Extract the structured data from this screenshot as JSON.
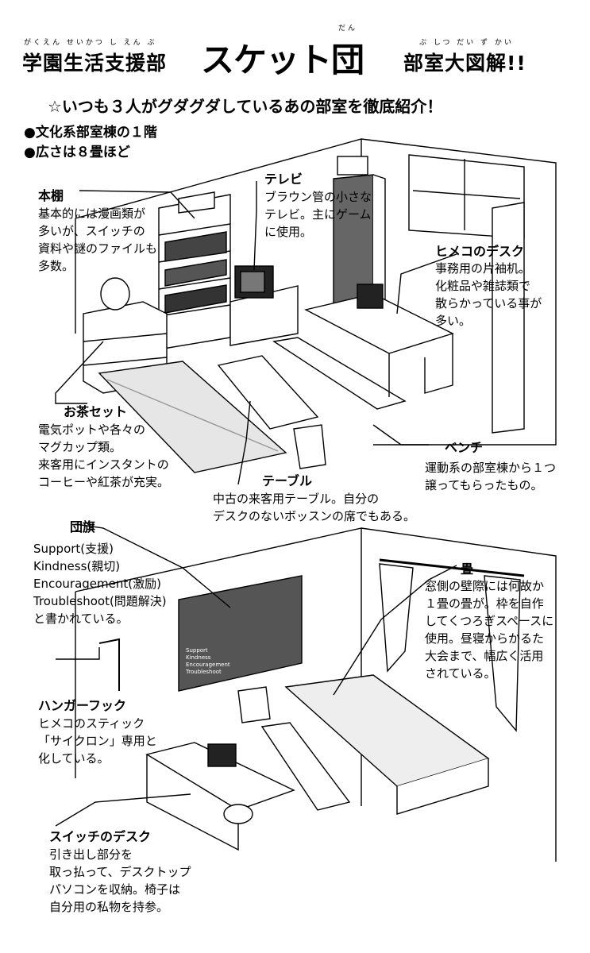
{
  "title": {
    "small_left": "学園生活支援部",
    "big": "スケット団",
    "small_right": "部室大図解!!",
    "furigana_left": "がくえん せいかつ し えん ぶ",
    "furigana_big": "だん",
    "furigana_right": "ぶ しつ だい ず かい"
  },
  "subtitle": "☆いつも３人がグダグダしているあの部室を徹底紹介！",
  "bullets": [
    "●文化系部室棟の１階",
    "●広さは８畳ほど"
  ],
  "labels": {
    "hondana": {
      "title": "本棚",
      "text": "基本的には漫画類が\n多いが、スイッチの\n資料や謎のファイルも\n多数。"
    },
    "terebi": {
      "title": "テレビ",
      "text": "ブラウン管の小さな\nテレビ。主にゲーム\nに使用。"
    },
    "himeko_desk": {
      "title": "ヒメコのデスク",
      "text": "事務用の片袖机。\n化粧品や雑誌類で\n散らかっている事が\n多い。"
    },
    "ocha": {
      "title": "お茶セット",
      "text": "電気ポットや各々の\nマグカップ類。\n来客用にインスタントの\nコーヒーや紅茶が充実。"
    },
    "bench": {
      "title": "ベンチ",
      "text": "運動系の部室棟から１つ\n譲ってもらったもの。"
    },
    "table": {
      "title": "テーブル",
      "text": "中古の来客用テーブル。自分の\nデスクのないボッスンの席でもある。"
    },
    "danki": {
      "title": "団旗",
      "text": "Support(支援)\nKindness(親切)\nEncouragement(激励)\nTroubleshoot(問題解決)\nと書かれている。"
    },
    "tatami": {
      "title": "畳",
      "text": "窓側の壁際には何故か\n１畳の畳が。枠を自作\nしてくつろぎスペースに\n使用。昼寝からかるた\n大会まで、幅広く活用\nされている。"
    },
    "hanger": {
      "title": "ハンガーフック",
      "text": "ヒメコのスティック\n「サイクロン」専用と\n化している。"
    },
    "switch_desk": {
      "title": "スイッチのデスク",
      "text": "引き出し部分を\n取っ払って、デスクトップ\nパソコンを収納。椅子は\n自分用の私物を持参。"
    }
  },
  "flag_text": [
    "Support",
    "Kindness",
    "Encouragement",
    "Troubleshoot"
  ]
}
